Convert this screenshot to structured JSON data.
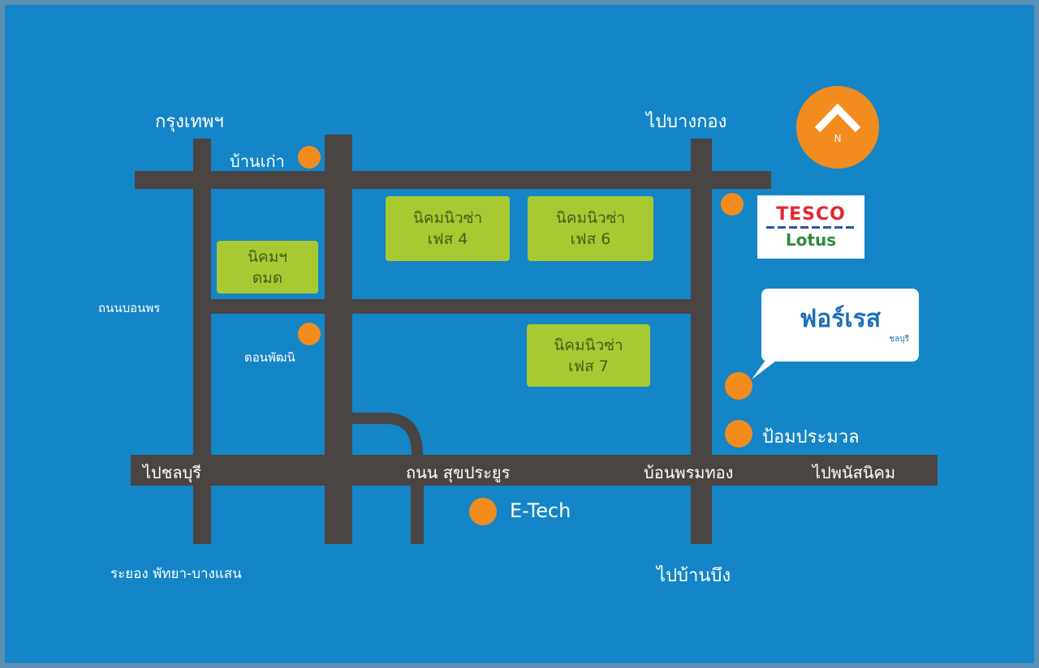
{
  "colors": {
    "sea": "#1485c7",
    "road": "#4a4443",
    "block": "#a9c933",
    "marker": "#f28c1e",
    "text": "#ffffff"
  },
  "labels": {
    "top_left": "กรุงเทพฯ",
    "top_right": "ไปบางกอง",
    "left_mid": "ถนนบอนพร",
    "left_dot": "ดอนพัฒนิ",
    "bottom_left": "ระยอง  พัทยา-บางแสน",
    "bottom_right": "ไปบ้านบึง",
    "road_west": "ไปชลบุรี",
    "road_mid": "ถนน สุขประยูร",
    "road_east": "บ้อนพรมทอง",
    "road_far_east": "ไปพนัสนิคม",
    "near_dot": "บ้านเก่า",
    "dot_east": "ป้อมประมวล",
    "etech": "E-Tech"
  },
  "blocks": [
    {
      "line1": "นิคมนิวซ่า",
      "line2": "เฟส 4"
    },
    {
      "line1": "นิคมนิวซ่า",
      "line2": "เฟส 6"
    },
    {
      "line1": "นิคมฯ",
      "line2": "ดมด"
    },
    {
      "line1": "นิคมนิวซ่า",
      "line2": "เฟส 7"
    }
  ],
  "north": {
    "icon": "north-arrow-icon",
    "label": "N"
  },
  "tesco": {
    "line1": "TESCO",
    "line2": "Lotus"
  },
  "bubble": {
    "brand": "ฟอร์เรส",
    "sub": "ชลบุรี"
  }
}
